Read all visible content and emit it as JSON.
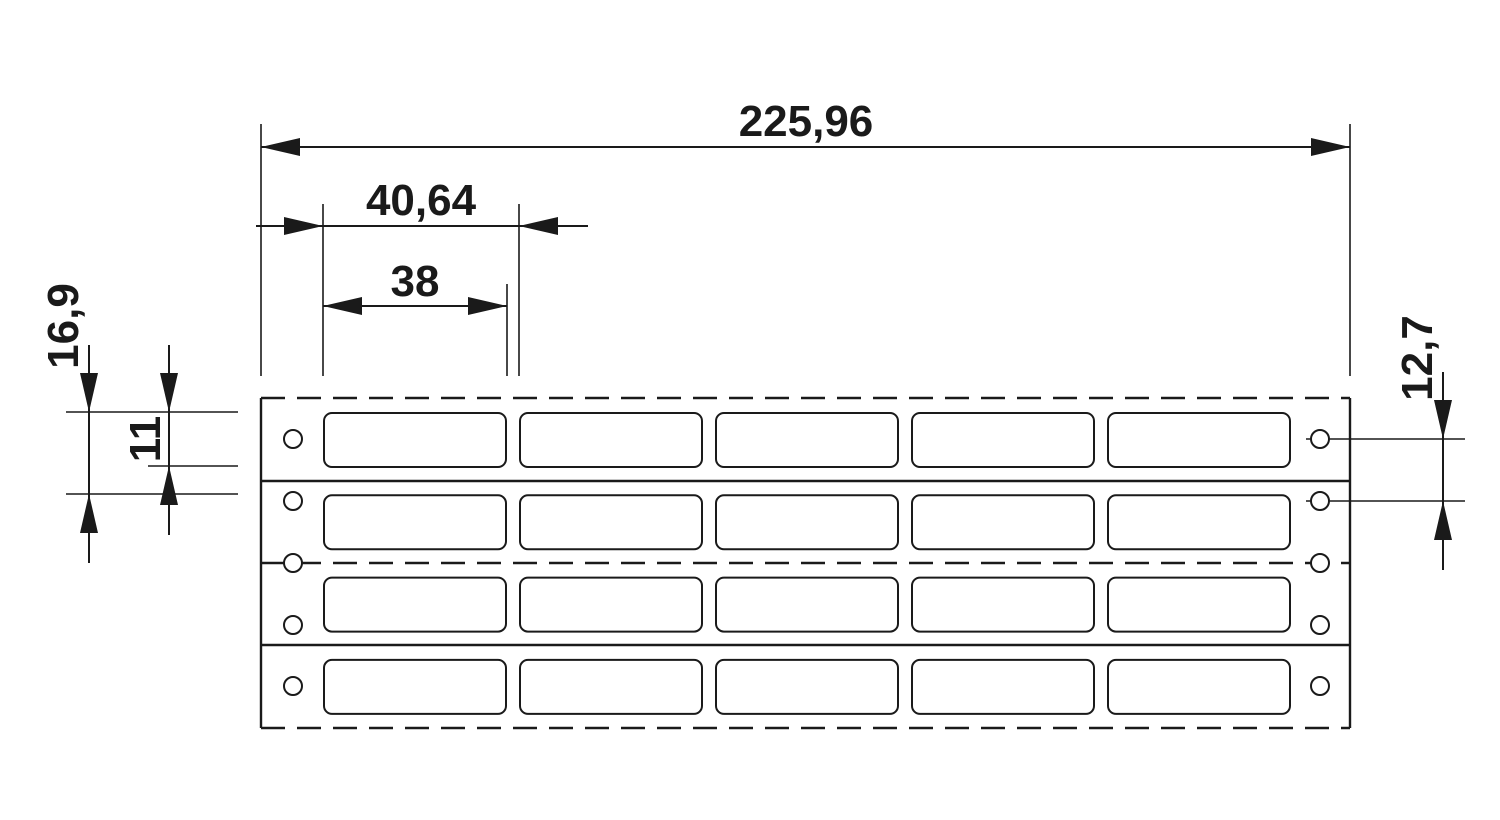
{
  "dimensions": {
    "overall_width": "225,96",
    "pitch_width": "40,64",
    "label_width": "38",
    "strip_height": "16,9",
    "label_height": "11",
    "hole_spacing": "12,7"
  },
  "sheet": {
    "rows": 4,
    "labels_per_row": 5
  },
  "colors": {
    "line": "#1a1a1a",
    "background": "#ffffff"
  }
}
